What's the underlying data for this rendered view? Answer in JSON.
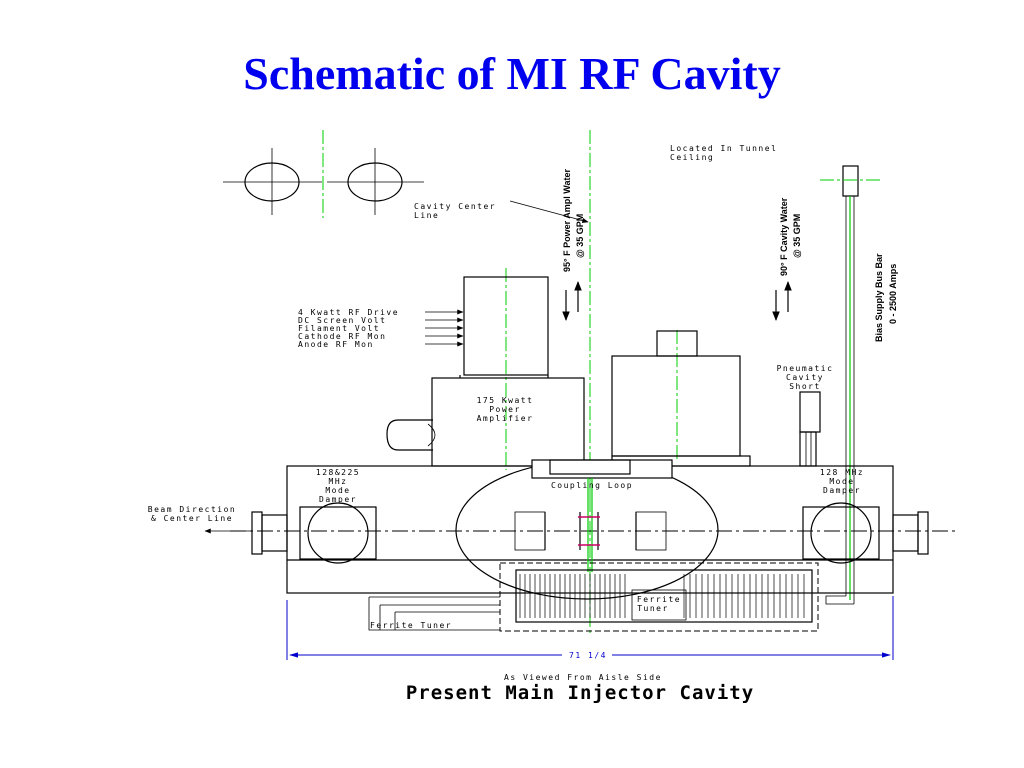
{
  "title": "Schematic of MI RF Cavity",
  "labels": {
    "located_1": "Located In Tunnel",
    "located_2": "Ceiling",
    "center_1": "Cavity Center",
    "center_2": "Line",
    "water95_1": "95° F Power Ampl Water",
    "water95_2": "@ 35 GPM",
    "water90_1": "90° F Cavity Water",
    "water90_2": "@ 35 GPM",
    "bias_1": "Bias Supply Bus Bar",
    "bias_2": "0 - 2500  Amps",
    "drive_1": "4 Kwatt RF Drive",
    "drive_2": "DC Screen Volt",
    "drive_3": "Filament Volt",
    "drive_4": "Cathode RF Mon",
    "drive_5": "Anode RF Mon",
    "amp_1": "175 Kwatt",
    "amp_2": "Power",
    "amp_3": "Amplifier",
    "pneu_1": "Pneumatic",
    "pneu_2": "Cavity",
    "pneu_3": "Short",
    "damp_left_1": "128&225",
    "damp_left_2": "MHz",
    "damp_left_3": "Mode",
    "damp_left_4": "Damper",
    "damp_right_1": "128 MHz",
    "damp_right_2": "Mode",
    "damp_right_3": "Damper",
    "coupling": "Coupling Loop",
    "beam_1": "Beam Direction",
    "beam_2": "& Center Line",
    "ferrite_1": "Ferrite",
    "ferrite_2": "Tuner",
    "ferrite_left": "Ferrite Tuner",
    "dimension": "71 1/4",
    "viewed": "As Viewed From Aisle Side",
    "caption": "Present Main Injector Cavity"
  },
  "colors": {
    "title": "#0000ee",
    "centerline": "#00cc00",
    "dimension": "#0000cc",
    "ink": "#000000"
  }
}
